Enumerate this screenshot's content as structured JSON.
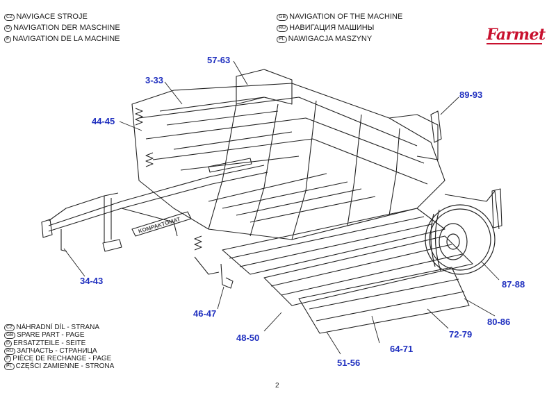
{
  "header": {
    "left": [
      {
        "code": "CZ",
        "text": "NAVIGACE STROJE"
      },
      {
        "code": "D",
        "text": "NAVIGATION DER MASCHINE"
      },
      {
        "code": "F",
        "text": "NAVIGATION DE LA MACHINE"
      }
    ],
    "right": [
      {
        "code": "GB",
        "text": "NAVIGATION OF THE MACHINE"
      },
      {
        "code": "RU",
        "text": "НАВИГАЦИЯ МАШИНЫ"
      },
      {
        "code": "PL",
        "text": "NAWIGACJA MASZYNY"
      }
    ],
    "brand": "Farmet",
    "brand_color": "#c8102e"
  },
  "drawing": {
    "callouts": [
      "57-63",
      "3-33",
      "89-93",
      "44-45",
      "34-43",
      "87-88",
      "46-47",
      "80-86",
      "48-50",
      "72-79",
      "64-71",
      "51-56"
    ],
    "callout_color": "#1f2fbf",
    "frame_text": "KOMPAKTOMAT"
  },
  "legend": [
    {
      "code": "CZ",
      "text": "NÁHRADNÍ DÍL - STRANA"
    },
    {
      "code": "GB",
      "text": "SPARE PART - PAGE"
    },
    {
      "code": "D",
      "text": "ERSATZTEILE - SEITE"
    },
    {
      "code": "RU",
      "text": "ЗАПЧАСТЬ - СТРАНИЦА"
    },
    {
      "code": "F",
      "text": "PIÈCE DE RECHANGE - PAGE"
    },
    {
      "code": "PL",
      "text": "CZĘŚCI ZAMIENNE - STRONA"
    }
  ],
  "page_number": "2"
}
